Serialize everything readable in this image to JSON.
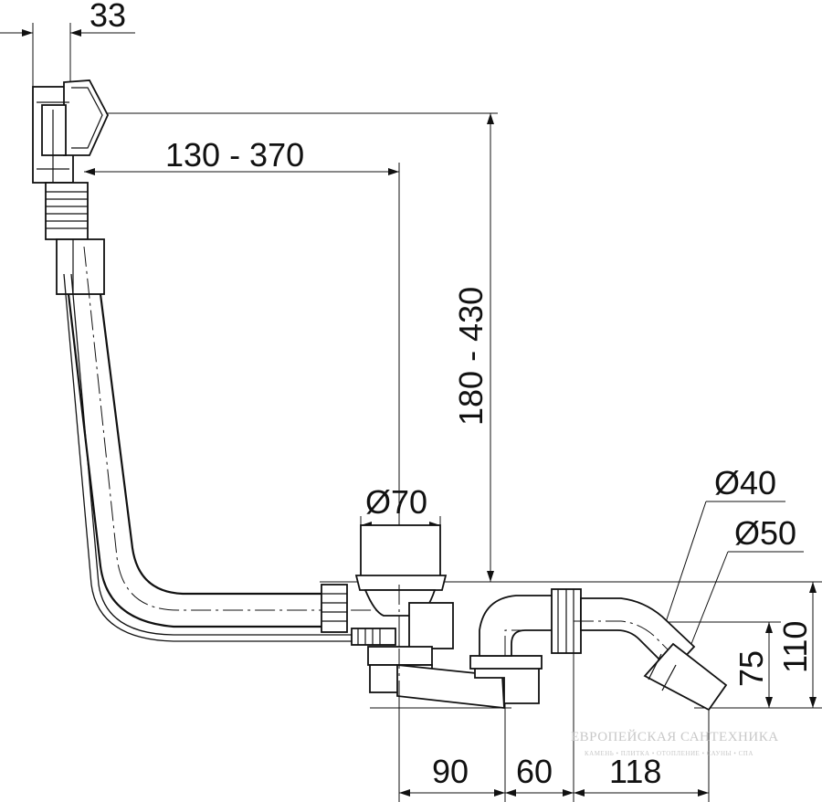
{
  "dimensions": {
    "overflow_offset": "33",
    "overflow_reach": "130 - 370",
    "overflow_height": "180 - 430",
    "drain_diameter": "Ø70",
    "outlet_diameter_small": "Ø40",
    "outlet_diameter_large": "Ø50",
    "outlet_height": "75",
    "total_height": "110",
    "drain_to_trap": "90",
    "trap_spacing": "60",
    "outlet_length": "118"
  },
  "watermark": {
    "title": "ЕВРОПЕЙСКАЯ САНТЕХНИКА",
    "subtitle": "КАМЕНЬ • ПЛИТКА • ОТОПЛЕНИЕ • САУНЫ • СПА"
  },
  "colors": {
    "line": "#111111",
    "background": "#ffffff",
    "watermark": "#c8c8c8"
  }
}
